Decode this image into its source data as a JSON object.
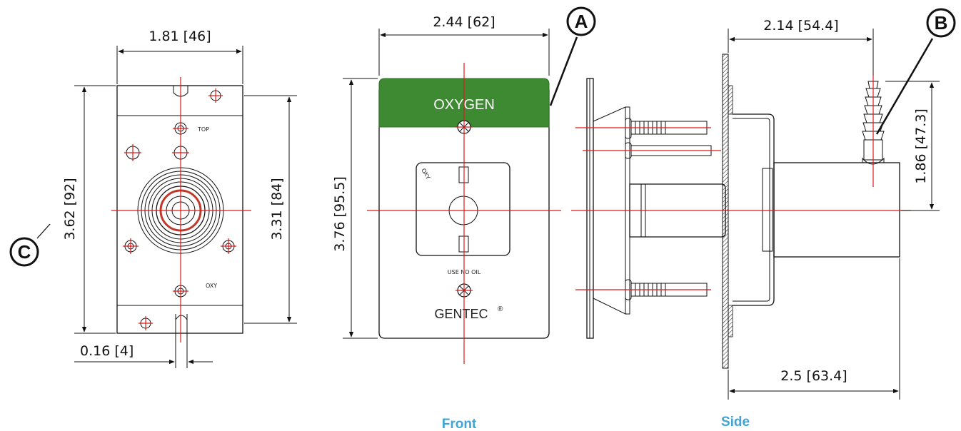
{
  "dimensions": {
    "rear_width": "1.81 [46]",
    "rear_height_outer": "3.62 [92]",
    "rear_height_inner": "3.31 [84]",
    "rear_offset": "0.16 [4]",
    "front_width": "2.44 [62]",
    "front_height": "3.76 [95.5]",
    "side_depth_top": "2.14 [54.4]",
    "side_height": "1.86 [47.3]",
    "side_depth_bottom": "2.5 [63.4]"
  },
  "callouts": {
    "a": "A",
    "b": "B",
    "c": "C"
  },
  "plate": {
    "gas": "OXYGEN",
    "warning": "USE NO OIL",
    "brand": "GENTEC",
    "registered": "®",
    "key_label": "OXY",
    "gas_color": "#3d8a32"
  },
  "rear_marks": {
    "top": "TOP",
    "bottom": "OXY"
  },
  "view_labels": {
    "front": "Front",
    "side": "Side"
  }
}
